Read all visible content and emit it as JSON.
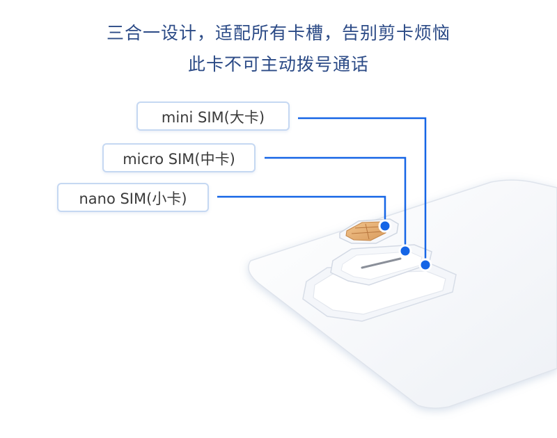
{
  "headline": {
    "line1": "三合一设计，适配所有卡槽，告别剪卡烦恼",
    "line2": "此卡不可主动拨号通话"
  },
  "labels": {
    "mini": "mini SIM(大卡)",
    "micro": "micro SIM(中卡)",
    "nano": "nano SIM(小卡)"
  },
  "colors": {
    "headline": "#2b4a86",
    "accent": "#1565e6",
    "pill_border": "#c5d8f2"
  }
}
